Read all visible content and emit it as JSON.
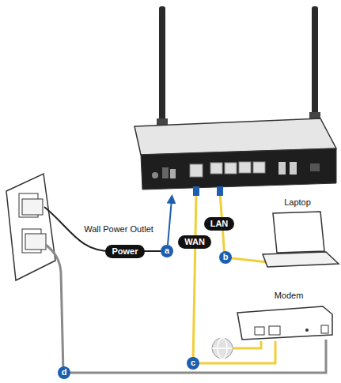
{
  "diagram": {
    "nodes": [
      {
        "text": [
          "Power"
        ]
      },
      {
        "text": [
          "WAN"
        ]
      },
      {
        "text": [
          "LAN"
        ]
      }
    ],
    "labels": [
      "Wall Power Outlet",
      "Laptop",
      "Modem",
      "a",
      "b",
      "c",
      "d"
    ]
  }
}
